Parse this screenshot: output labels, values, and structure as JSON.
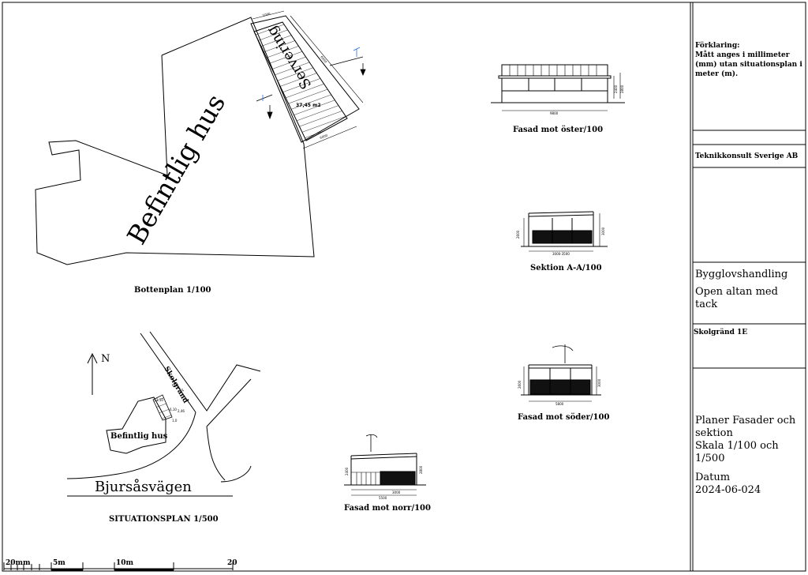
{
  "plans": {
    "bottenplan": {
      "building_label": "Befintlig hus",
      "serving_label": "Servering",
      "area": "37,45 m2",
      "caption": "Bottenplan 1/100",
      "dims": [
        "1000",
        "6000",
        "6000"
      ]
    },
    "situation": {
      "north": "N",
      "street_label": "Skolgränd",
      "road_label": "Bjursåsvägen",
      "building_label": "Befintlig hus",
      "caption": "SITUATIONSPLAN 1/500",
      "dims": [
        "1,10",
        "6,10",
        "2,46",
        "1,0"
      ]
    }
  },
  "elevations": {
    "oster": {
      "caption": "Fasad mot öster/100",
      "dims": [
        "9800",
        "2400",
        "2800"
      ]
    },
    "sektion": {
      "caption": "Sektion A-A/100",
      "dims": [
        "3000-3500",
        "2600",
        "3000"
      ]
    },
    "soder": {
      "caption": "Fasad mot söder/100",
      "dims": [
        "5800",
        "2600",
        "3000"
      ]
    },
    "norr": {
      "caption": "Fasad mot norr/100",
      "dims": [
        "5500",
        "3000",
        "2800",
        "2400"
      ]
    }
  },
  "scale_bar": {
    "labels": [
      "20mm",
      "5m",
      "10m",
      "20"
    ]
  },
  "titleblock": {
    "forklaring": [
      "Förklaring:",
      "Mått anges i millimeter",
      "(mm) utan situationsplan i",
      "meter (m)."
    ],
    "company": "Teknikkonsult Sverige AB",
    "handling": [
      "Bygglovshandling",
      "Open altan med",
      "tack"
    ],
    "address": "Skolgränd 1E",
    "title": [
      "Planer Fasader och",
      "sektion",
      "Skala 1/100 och",
      "1/500"
    ],
    "datum_label": "Datum",
    "datum": "2024-06-024"
  }
}
